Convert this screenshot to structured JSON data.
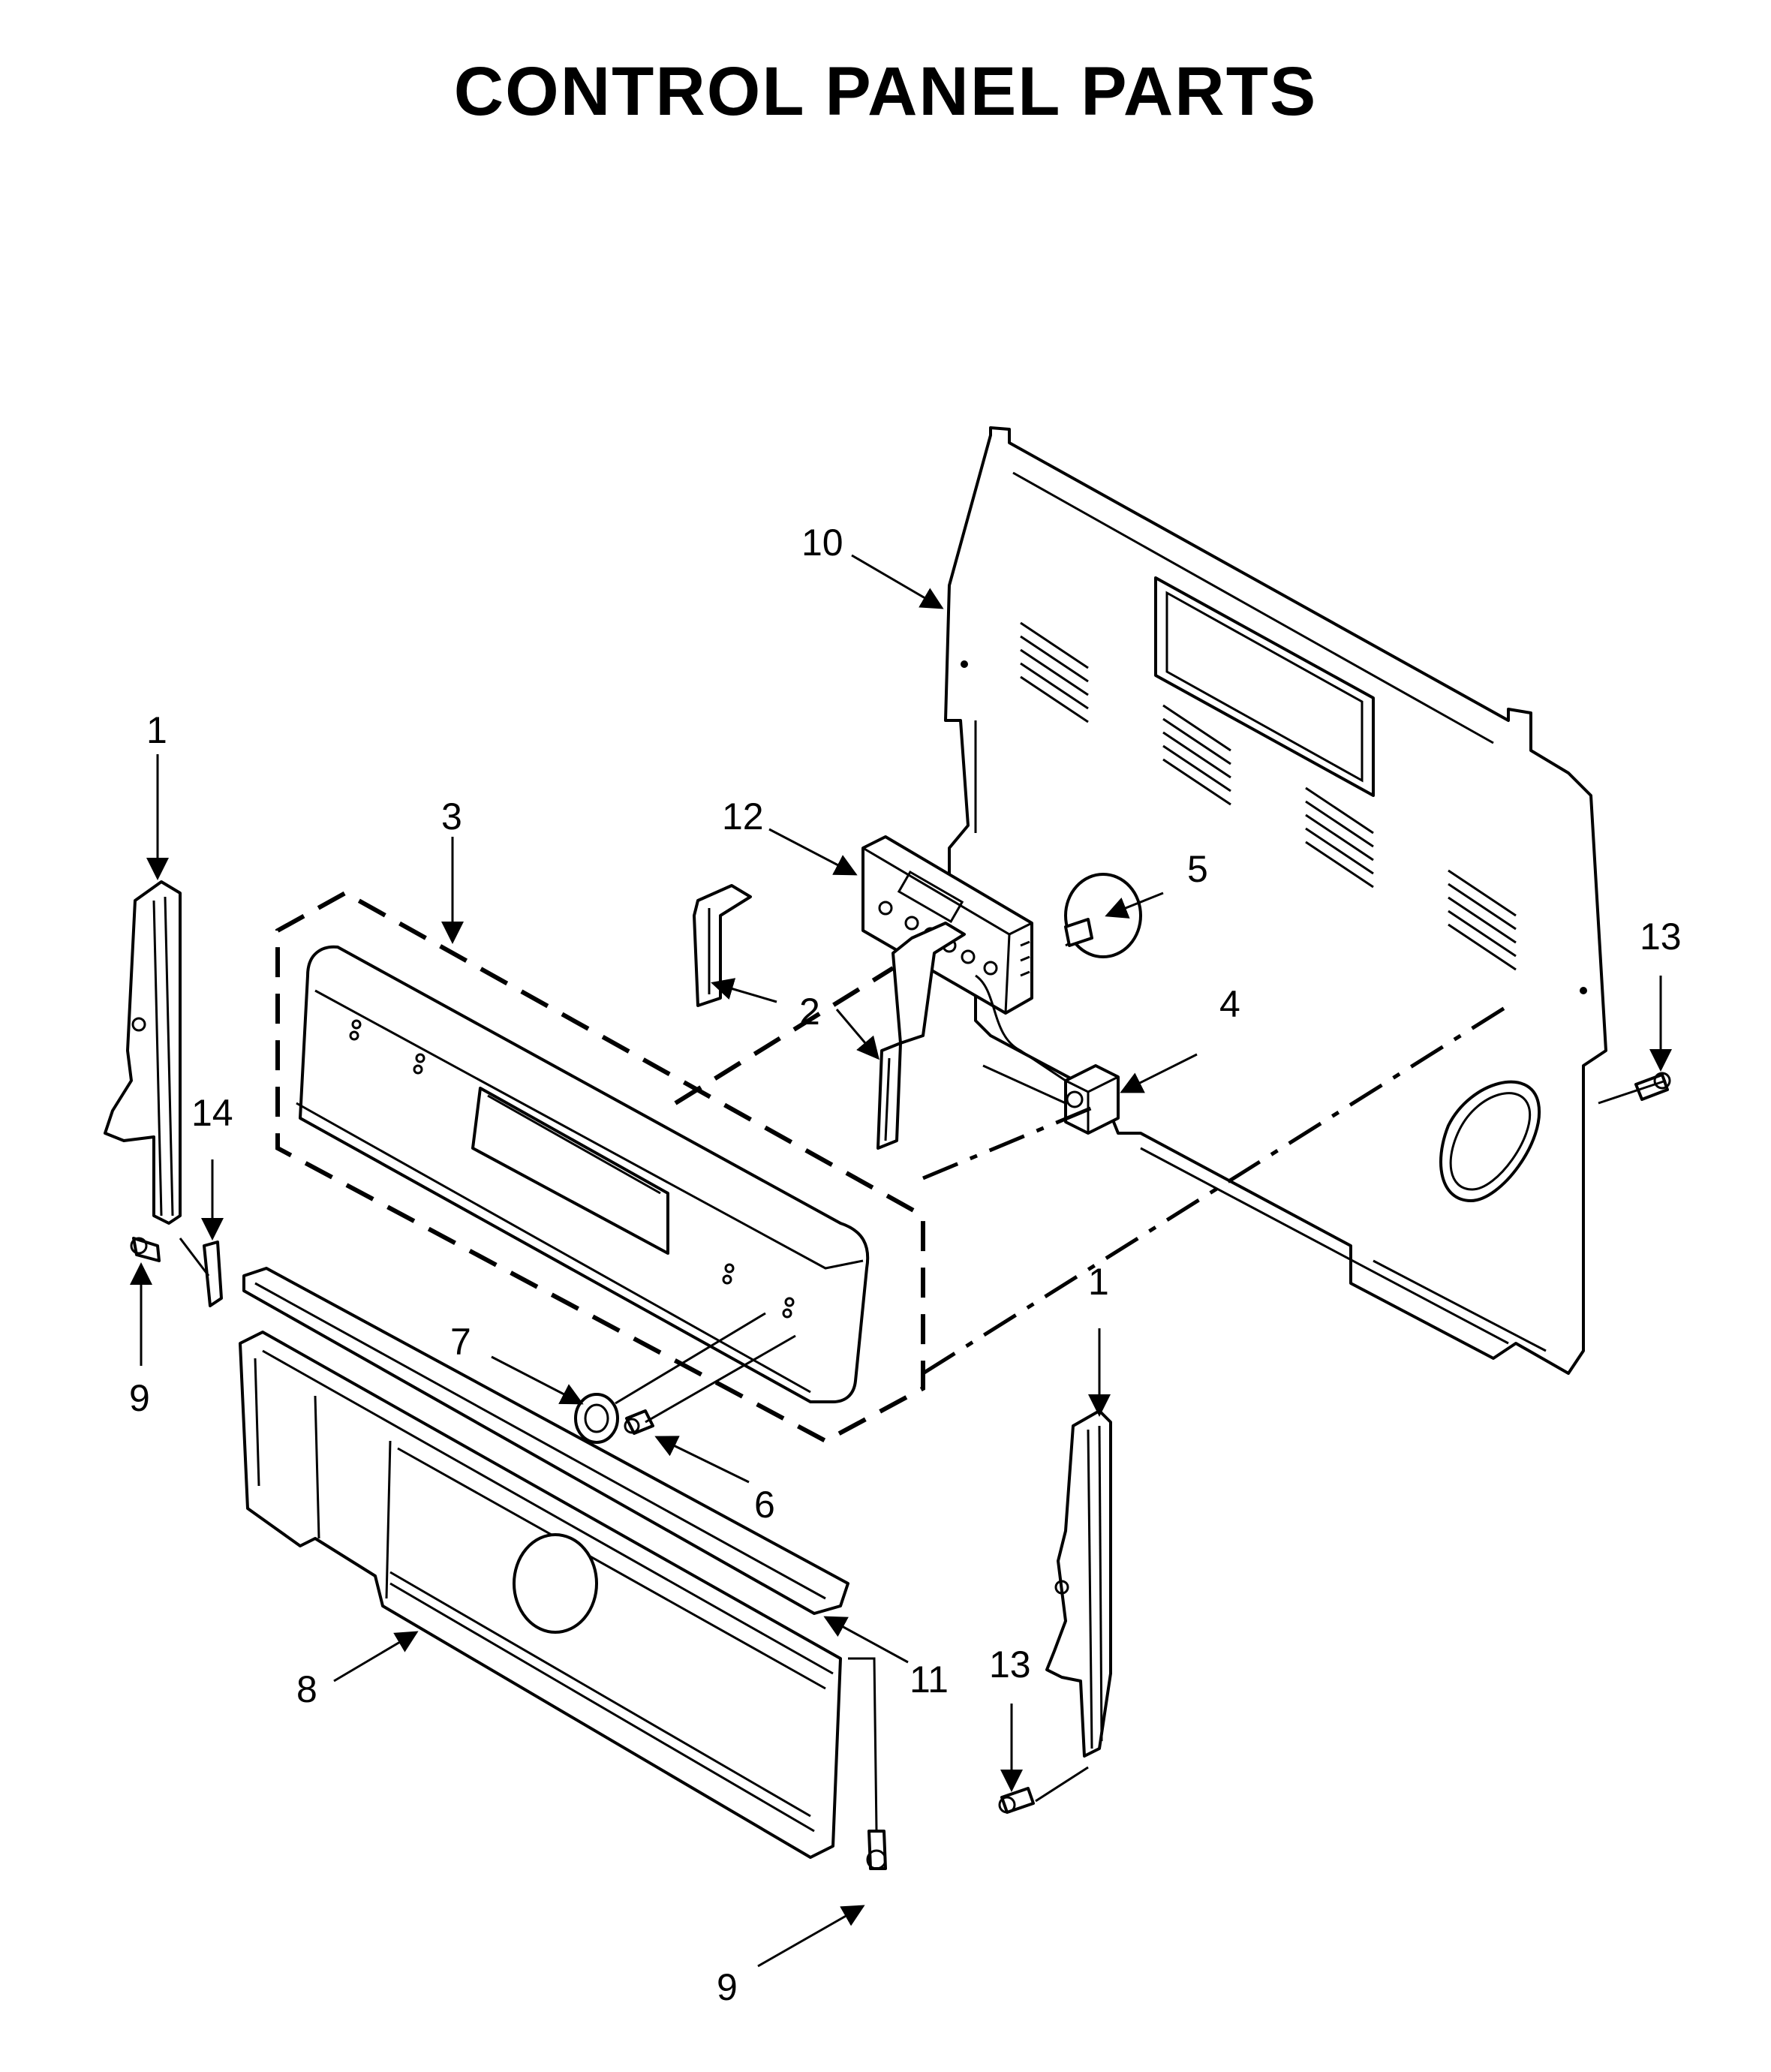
{
  "title": "CONTROL PANEL PARTS",
  "callouts": [
    {
      "id": "c10",
      "label": "10"
    },
    {
      "id": "c1a",
      "label": "1"
    },
    {
      "id": "c3",
      "label": "3"
    },
    {
      "id": "c12",
      "label": "12"
    },
    {
      "id": "c5",
      "label": "5"
    },
    {
      "id": "c13a",
      "label": "13"
    },
    {
      "id": "c2",
      "label": "2"
    },
    {
      "id": "c4",
      "label": "4"
    },
    {
      "id": "c14",
      "label": "14"
    },
    {
      "id": "c9a",
      "label": "9"
    },
    {
      "id": "c7",
      "label": "7"
    },
    {
      "id": "c1b",
      "label": "1"
    },
    {
      "id": "c6",
      "label": "6"
    },
    {
      "id": "c11",
      "label": "11"
    },
    {
      "id": "c8",
      "label": "8"
    },
    {
      "id": "c13b",
      "label": "13"
    },
    {
      "id": "c9b",
      "label": "9"
    }
  ]
}
